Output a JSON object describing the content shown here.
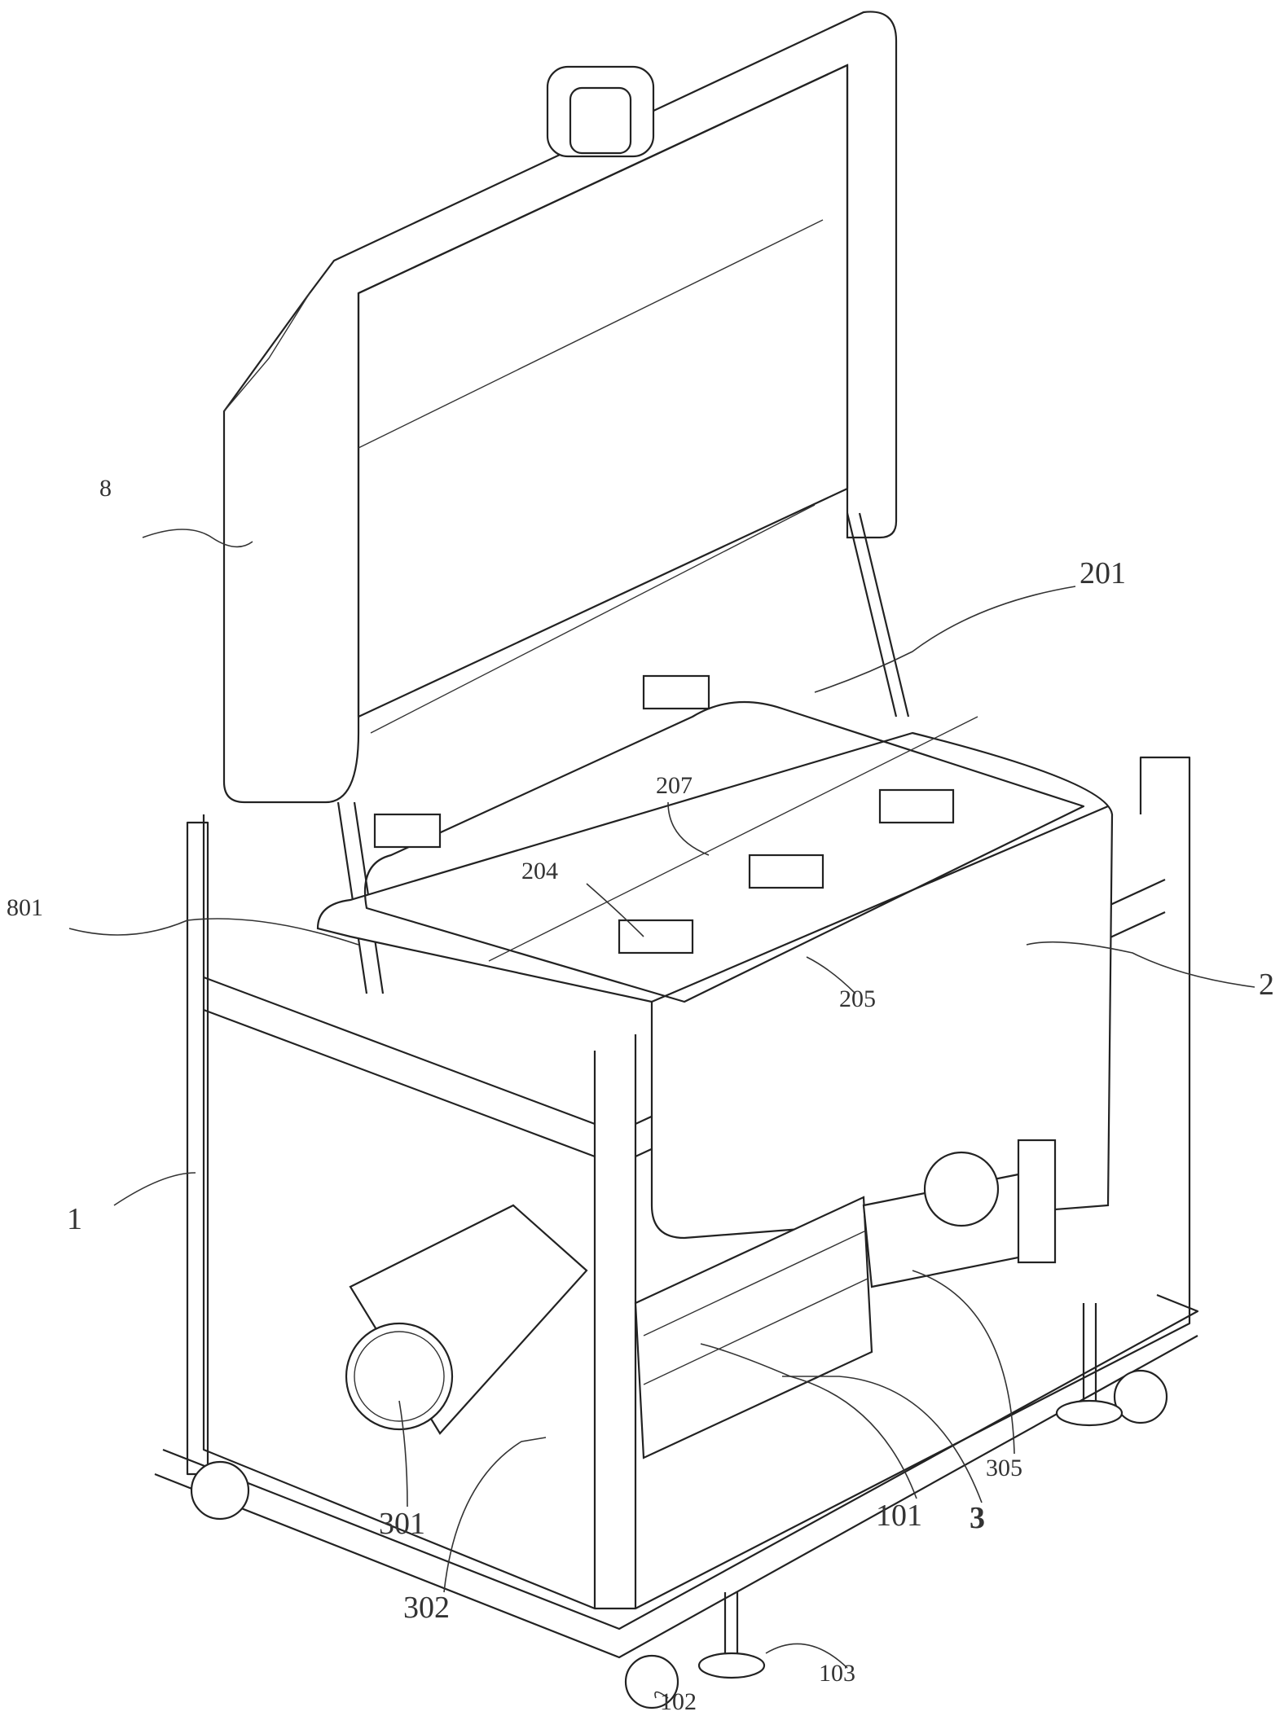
{
  "figure": {
    "labels": {
      "cover": "8",
      "gas_spring": "801",
      "frame": "1",
      "tank_lid": "201",
      "lid_bar": "207",
      "guide_block": "204",
      "clamp_block": "205",
      "tank": "2",
      "cylinder": "301",
      "hose": "302",
      "support_plate": "101",
      "drive_assembly": "3",
      "motor": "305",
      "caster": "102",
      "leveling_foot": "103"
    }
  }
}
